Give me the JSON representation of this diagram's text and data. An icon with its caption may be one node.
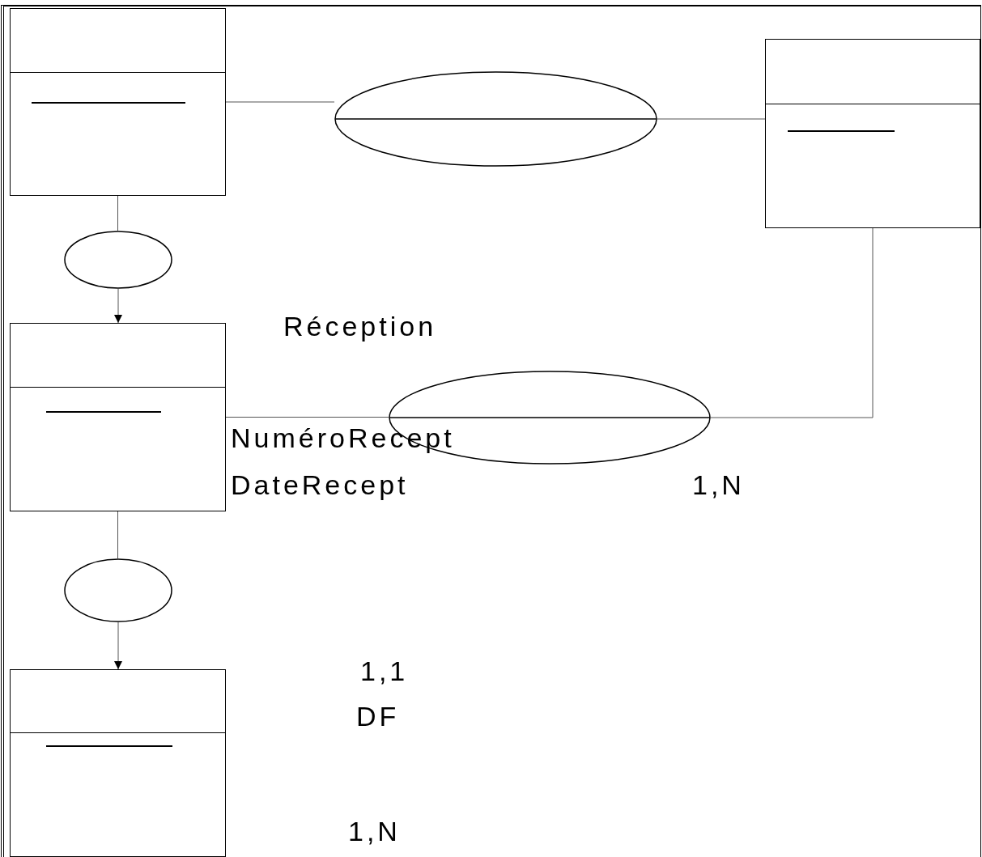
{
  "diagram": {
    "nodes": [
      {
        "text": [],
        "shape": "box"
      },
      {
        "text": [],
        "shape": "ellipse"
      },
      {
        "text": [],
        "shape": "box"
      },
      {
        "text": [],
        "shape": "ellipse"
      },
      {
        "text": [],
        "shape": "box"
      },
      {
        "text": [],
        "shape": "ellipse"
      },
      {
        "text": [],
        "shape": "ellipse"
      },
      {
        "text": [],
        "shape": "box"
      }
    ],
    "edges": [
      {
        "from": 0,
        "to": 1,
        "arrow": "none"
      },
      {
        "from": 1,
        "to": 2,
        "arrow": "none"
      },
      {
        "from": 0,
        "to": 3,
        "arrow": "none"
      },
      {
        "from": 3,
        "to": 4,
        "arrow": "to"
      },
      {
        "from": 4,
        "to": 5,
        "arrow": "none"
      },
      {
        "from": 5,
        "to": 2,
        "arrow": "none"
      },
      {
        "from": 4,
        "to": 6,
        "arrow": "none"
      },
      {
        "from": 6,
        "to": 7,
        "arrow": "to"
      }
    ],
    "labels": [
      "Réception",
      "NuméroRecept",
      "DateRecept",
      "1,N",
      "1,1",
      "DF",
      "1,N"
    ]
  }
}
